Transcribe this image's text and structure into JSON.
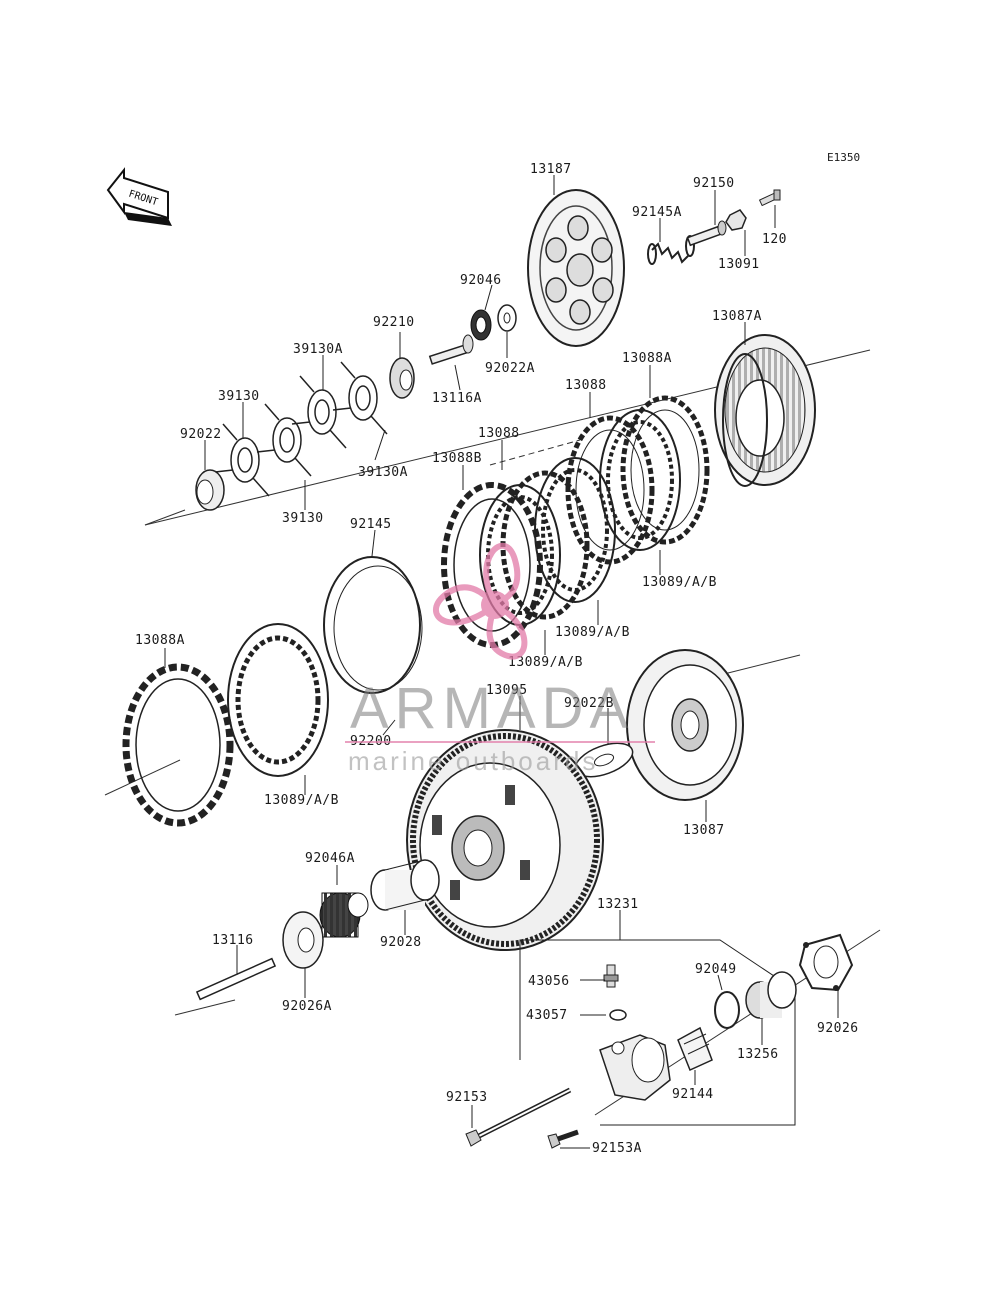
{
  "diagram": {
    "ref_code": "E1350",
    "front_label": "FRONT",
    "part_labels": [
      {
        "id": "p13187",
        "text": "13187"
      },
      {
        "id": "p92150",
        "text": "92150"
      },
      {
        "id": "p92145A",
        "text": "92145A"
      },
      {
        "id": "p120",
        "text": "120"
      },
      {
        "id": "p13091",
        "text": "13091"
      },
      {
        "id": "p92046",
        "text": "92046"
      },
      {
        "id": "p92210",
        "text": "92210"
      },
      {
        "id": "p92022A",
        "text": "92022A"
      },
      {
        "id": "p13116A",
        "text": "13116A"
      },
      {
        "id": "p39130A_1",
        "text": "39130A"
      },
      {
        "id": "p39130_1",
        "text": "39130"
      },
      {
        "id": "p92022",
        "text": "92022"
      },
      {
        "id": "p39130A_2",
        "text": "39130A"
      },
      {
        "id": "p39130_2",
        "text": "39130"
      },
      {
        "id": "p13087A",
        "text": "13087A"
      },
      {
        "id": "p13088A_1",
        "text": "13088A"
      },
      {
        "id": "p13088_1",
        "text": "13088"
      },
      {
        "id": "p13088_2",
        "text": "13088"
      },
      {
        "id": "p13088B",
        "text": "13088B"
      },
      {
        "id": "p92145",
        "text": "92145"
      },
      {
        "id": "p13089_1",
        "text": "13089/A/B"
      },
      {
        "id": "p13089_2",
        "text": "13089/A/B"
      },
      {
        "id": "p13089_3",
        "text": "13089/A/B"
      },
      {
        "id": "p13088A_2",
        "text": "13088A"
      },
      {
        "id": "p13095",
        "text": "13095"
      },
      {
        "id": "p92022B",
        "text": "92022B"
      },
      {
        "id": "p92200",
        "text": "92200"
      },
      {
        "id": "p13089_4",
        "text": "13089/A/B"
      },
      {
        "id": "p13087",
        "text": "13087"
      },
      {
        "id": "p92046A",
        "text": "92046A"
      },
      {
        "id": "p92028",
        "text": "92028"
      },
      {
        "id": "p13231",
        "text": "13231"
      },
      {
        "id": "p13116",
        "text": "13116"
      },
      {
        "id": "p92026A",
        "text": "92026A"
      },
      {
        "id": "p43056",
        "text": "43056"
      },
      {
        "id": "p92049",
        "text": "92049"
      },
      {
        "id": "p43057",
        "text": "43057"
      },
      {
        "id": "p92026",
        "text": "92026"
      },
      {
        "id": "p13256",
        "text": "13256"
      },
      {
        "id": "p92144",
        "text": "92144"
      },
      {
        "id": "p92153",
        "text": "92153"
      },
      {
        "id": "p92153A",
        "text": "92153A"
      }
    ]
  },
  "watermark": {
    "brand": "ARMADA",
    "tagline": "marine outboards",
    "logo_color": "#e27aa8"
  }
}
